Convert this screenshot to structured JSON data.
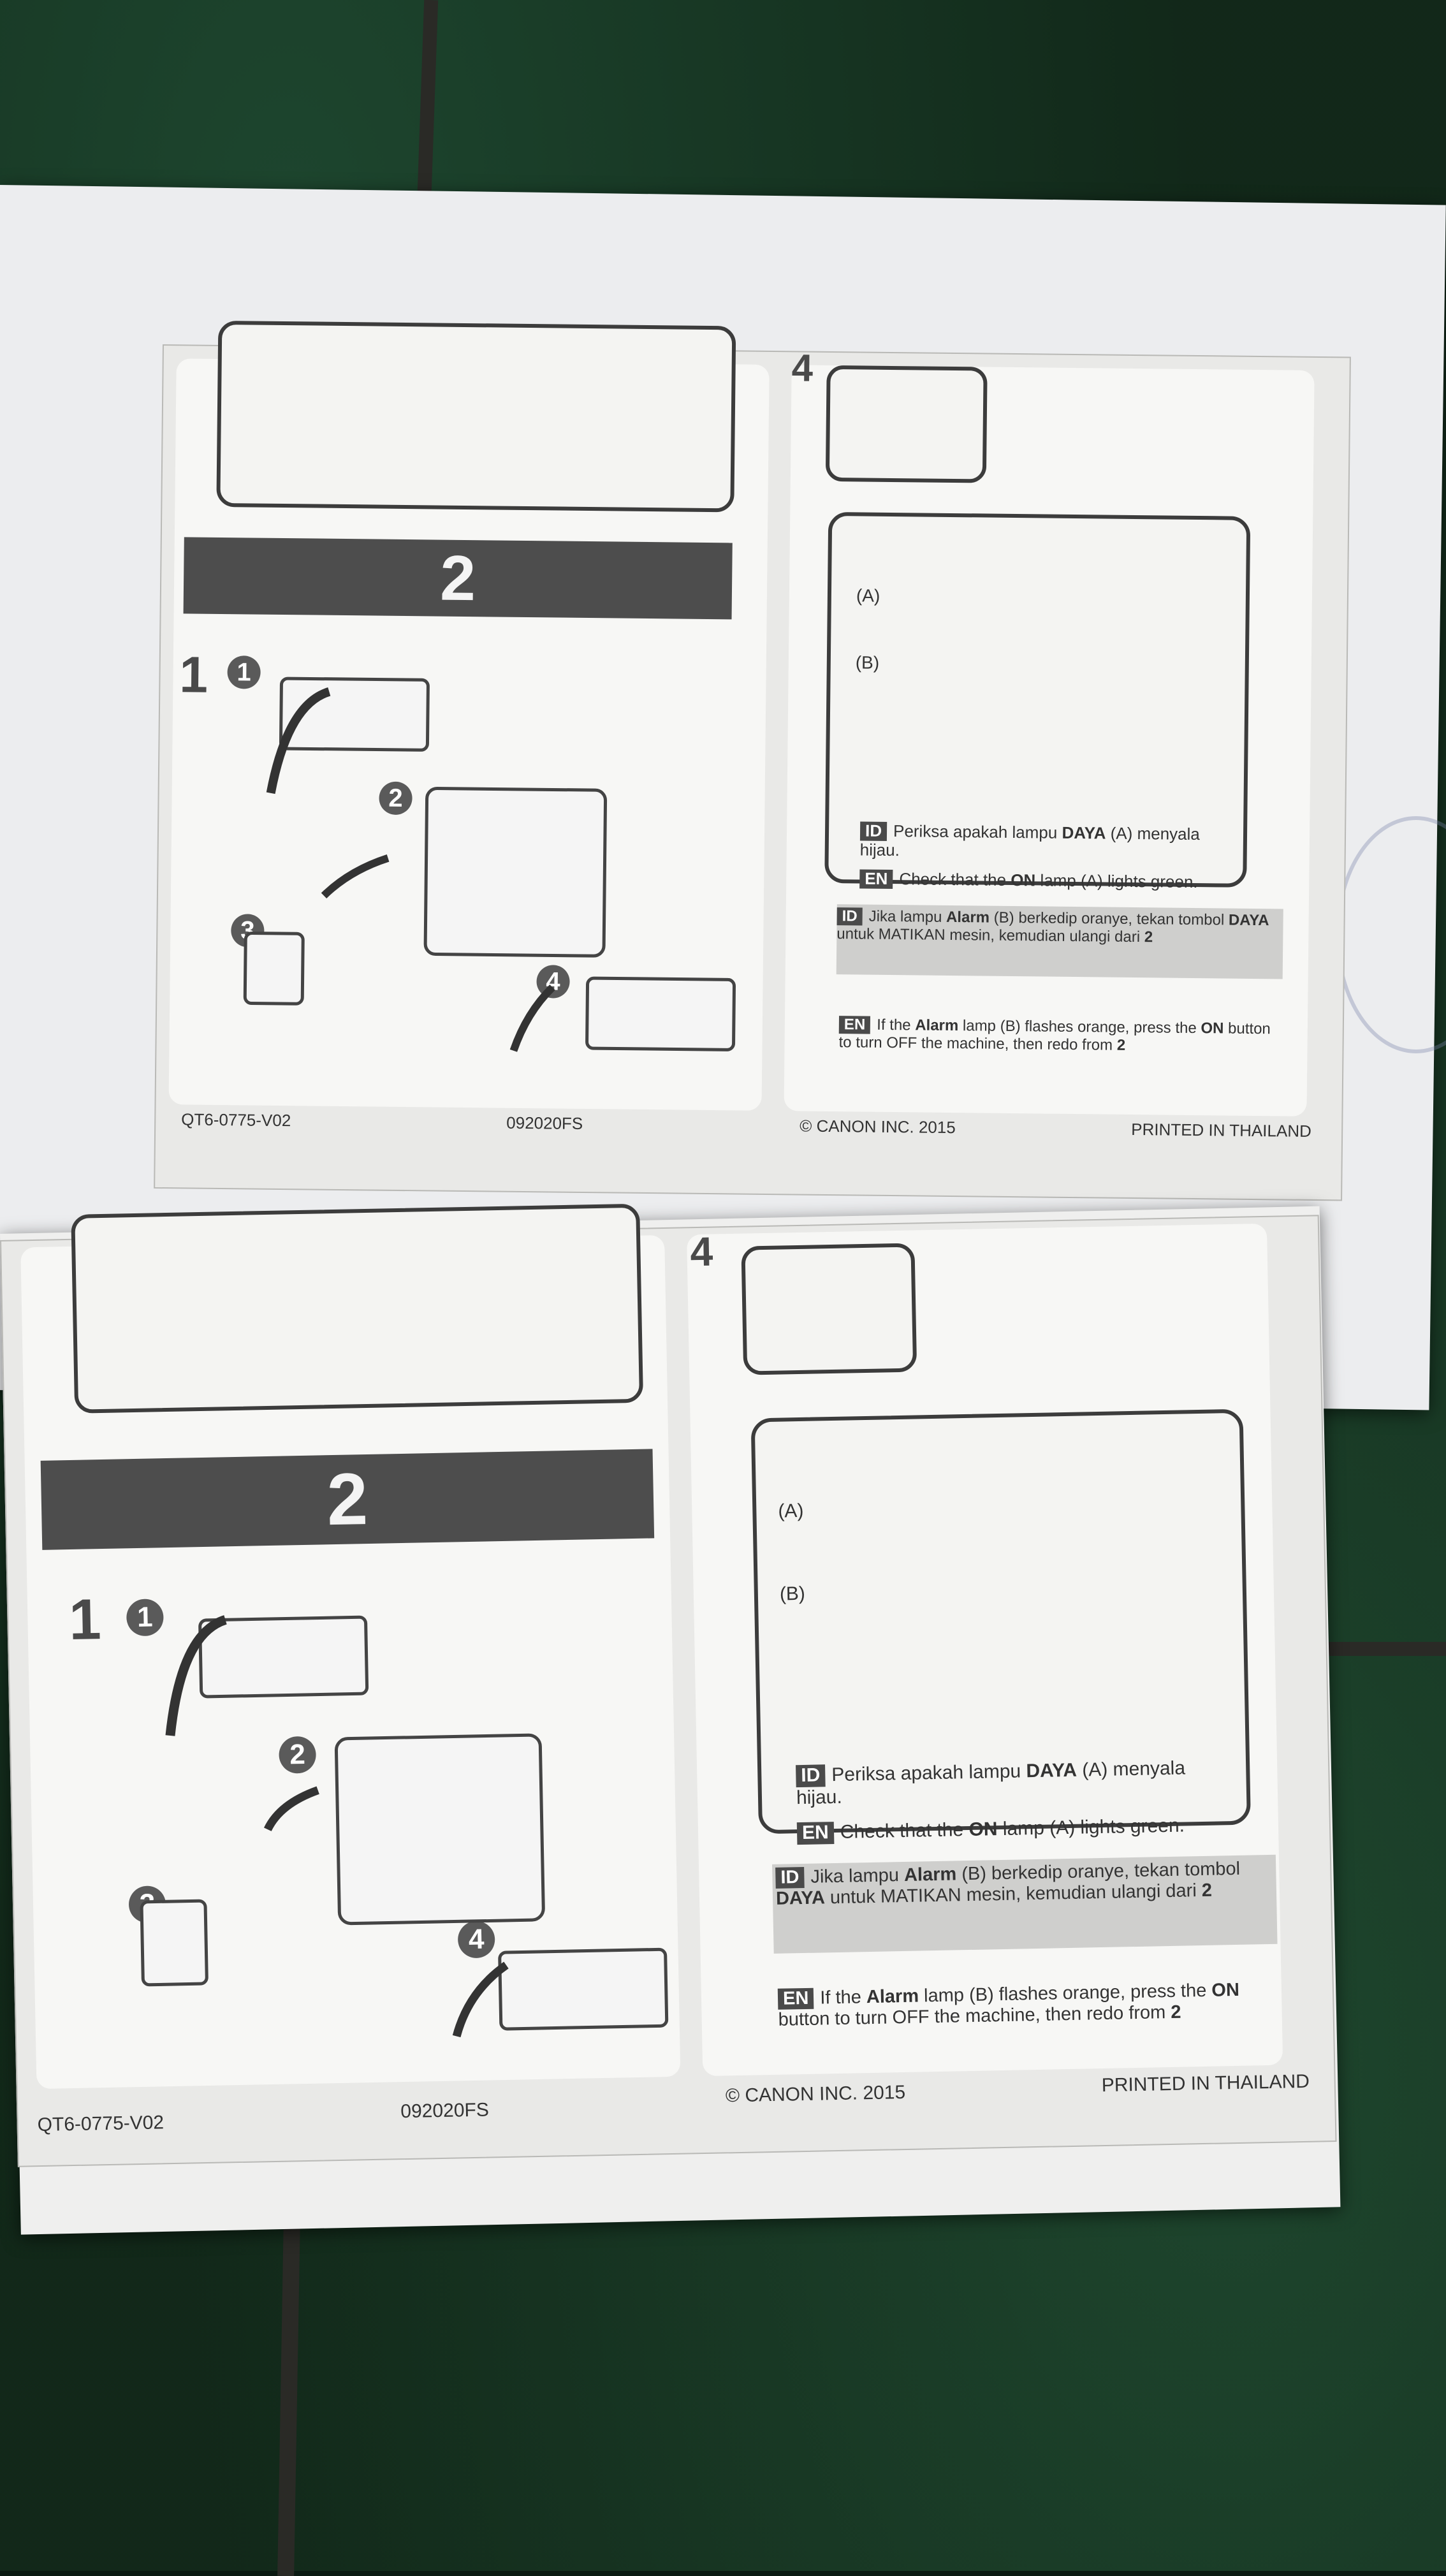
{
  "step_number": "2",
  "substep_number": "1",
  "step_4_label": "4",
  "circle_steps": [
    "1",
    "2",
    "3",
    "4"
  ],
  "lamp_labels": {
    "a": "(A)",
    "b": "(B)"
  },
  "instructions": {
    "id_check_pre": "Periksa apakah lampu ",
    "id_check_bold": "DAYA",
    "id_check_post": " (A) menyala hijau.",
    "en_check_pre": "Check that the ",
    "en_check_bold": "ON",
    "en_check_post": " lamp (A) lights green.",
    "id_alarm_pre": "Jika lampu ",
    "id_alarm_bold1": "Alarm",
    "id_alarm_mid": " (B) berkedip oranye, tekan tombol ",
    "id_alarm_bold2": "DAYA",
    "id_alarm_post": " untuk MATIKAN mesin, kemudian ulangi dari ",
    "en_alarm_pre": "If the ",
    "en_alarm_bold1": "Alarm",
    "en_alarm_mid": " lamp (B) flashes orange, press the ",
    "en_alarm_bold2": "ON",
    "en_alarm_post": " button to turn OFF the machine, then redo from ",
    "redo_step": "2"
  },
  "tags": {
    "id": "ID",
    "en": "EN"
  },
  "footer": {
    "code": "QT6-0775-V02",
    "batch": "092020FS",
    "copyright": "© CANON INC. 2015",
    "printed": "PRINTED IN THAILAND"
  },
  "colors": {
    "carpet": "#0b1a12",
    "paper": "#efefee",
    "ink": "#3c3c3c",
    "band": "#cfcfcd"
  }
}
